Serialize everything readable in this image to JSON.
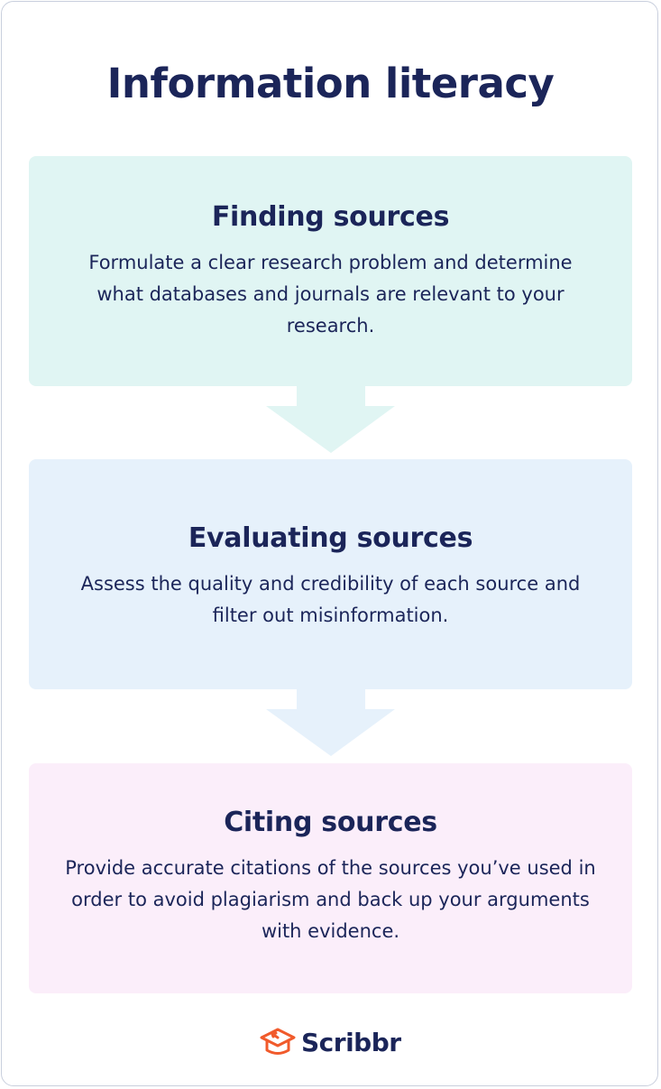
{
  "title": "Information literacy",
  "steps": [
    {
      "heading": "Finding sources",
      "text": "Formulate a clear research problem and determine what databases and journals are relevant to your research.",
      "color": "#e0f5f3"
    },
    {
      "heading": "Evaluating sources",
      "text": "Assess the quality and credibility of each source and filter out misinformation.",
      "color": "#e6f1fb"
    },
    {
      "heading": "Citing sources",
      "text": "Provide accurate citations of the sources you’ve used in order to avoid plagiarism and back up your arguments with evidence.",
      "color": "#fbeefa"
    }
  ],
  "brand": {
    "name": "Scribbr",
    "accent": "#f15a2b"
  }
}
